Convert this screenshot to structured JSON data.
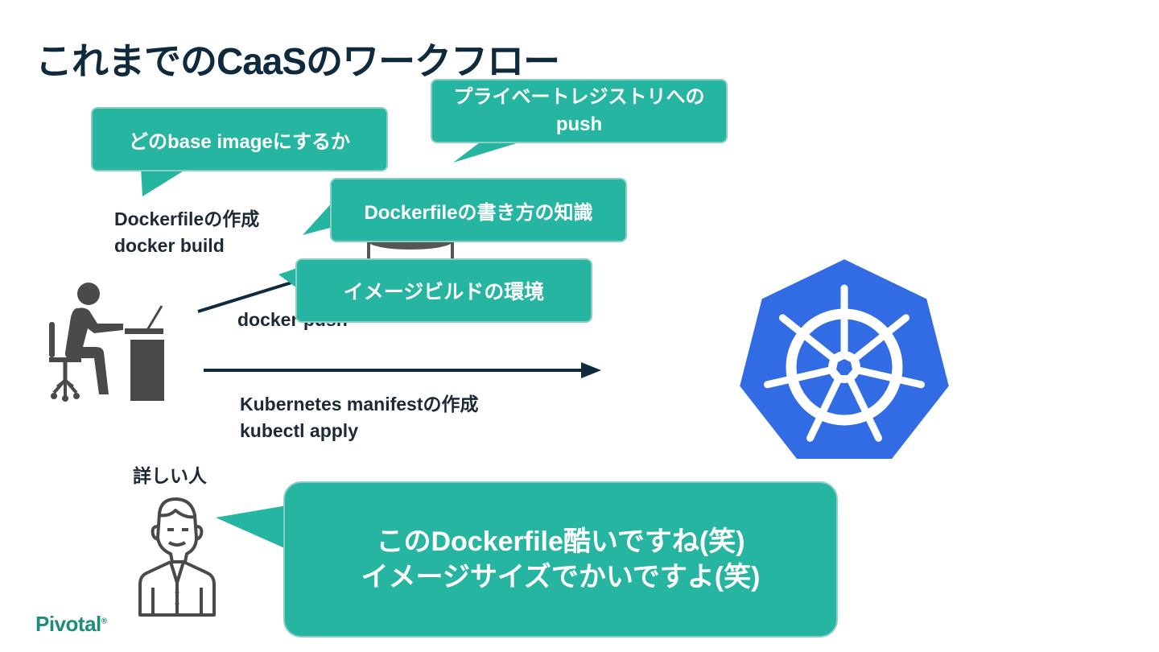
{
  "slide": {
    "title": "これまでのCaaSのワークフロー",
    "labels": {
      "dockerfile_create": "Dockerfileの作成",
      "docker_build": "docker build",
      "docker_push": "docker push",
      "manifest_create": "Kubernetes manifestの作成",
      "kubectl_apply": "kubectl apply",
      "expert": "詳しい人"
    },
    "bubbles": {
      "base_image": "どのbase imageにするか",
      "registry_line1": "プライベートレジストリへの",
      "registry_line2": "push",
      "dockerfile_knowledge": "Dockerfileの書き方の知識",
      "build_env": "イメージビルドの環境",
      "expert_line1": "このDockerfile酷いですね(笑)",
      "expert_line2": "イメージサイズでかいですよ(笑)"
    },
    "footer": {
      "logo": "Pivotal"
    },
    "colors": {
      "bubble": "#26b5a0",
      "title": "#0f2a3d",
      "arrow": "#0f2a3d",
      "kubernetes": "#326ce5",
      "person": "#4a4a4a"
    },
    "icons": [
      "person-at-desk-icon",
      "expert-person-icon",
      "kubernetes-icon",
      "arrow-icon"
    ]
  }
}
